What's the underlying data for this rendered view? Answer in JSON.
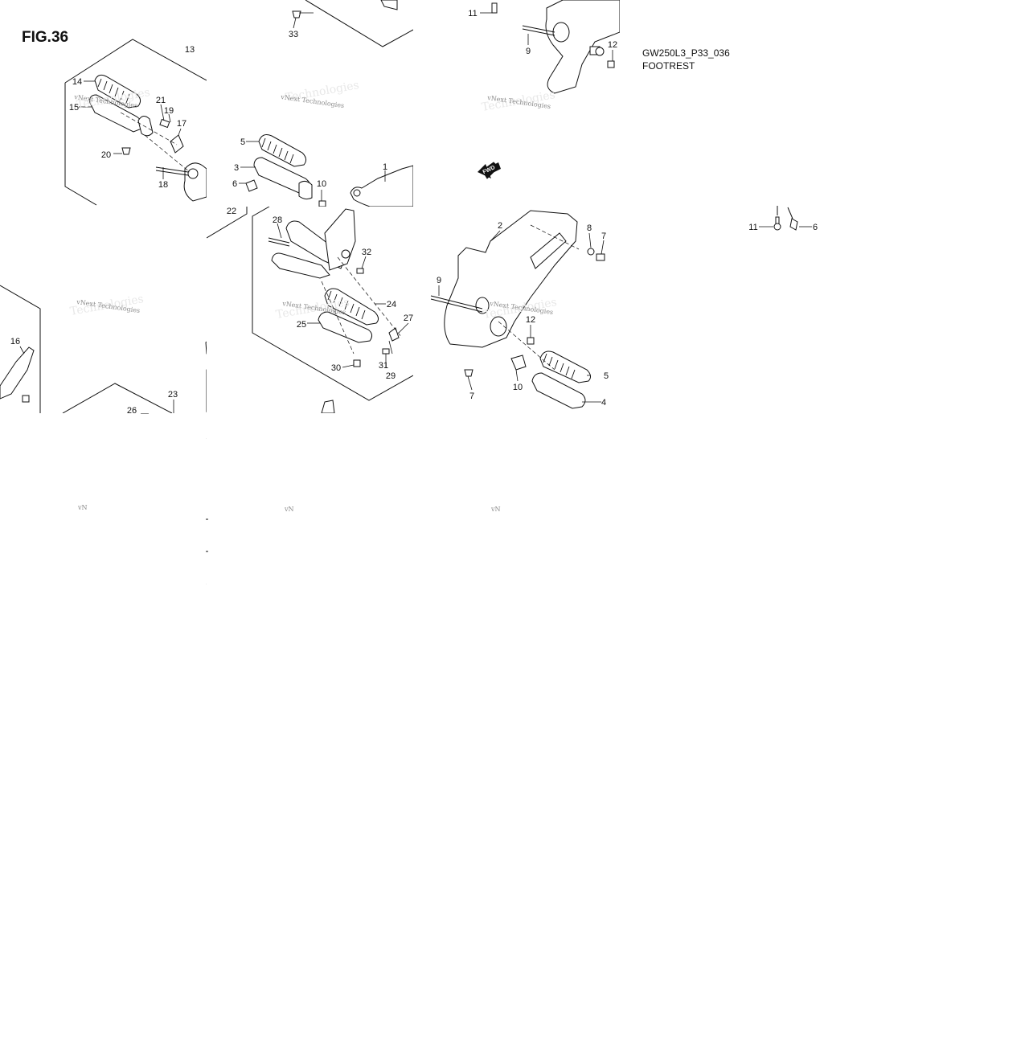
{
  "figure": {
    "title": "FIG.36",
    "code": "GW250L3_P33_036",
    "caption": "FOOTREST"
  },
  "watermark": {
    "text": "vNext Technologies",
    "fragment": "vN",
    "shadow": "Technologies"
  },
  "fwd_label": "FWD",
  "callouts": [
    "1",
    "2",
    "3",
    "4",
    "5",
    "6",
    "7",
    "8",
    "9",
    "10",
    "11",
    "12",
    "13",
    "14",
    "15",
    "16",
    "17",
    "18",
    "19",
    "20",
    "21",
    "22",
    "23",
    "24",
    "25",
    "26",
    "27",
    "28",
    "29",
    "30",
    "31",
    "32",
    "33"
  ],
  "colors": {
    "line": "#111111",
    "watermark": "#8a8a8a",
    "background": "#ffffff"
  }
}
